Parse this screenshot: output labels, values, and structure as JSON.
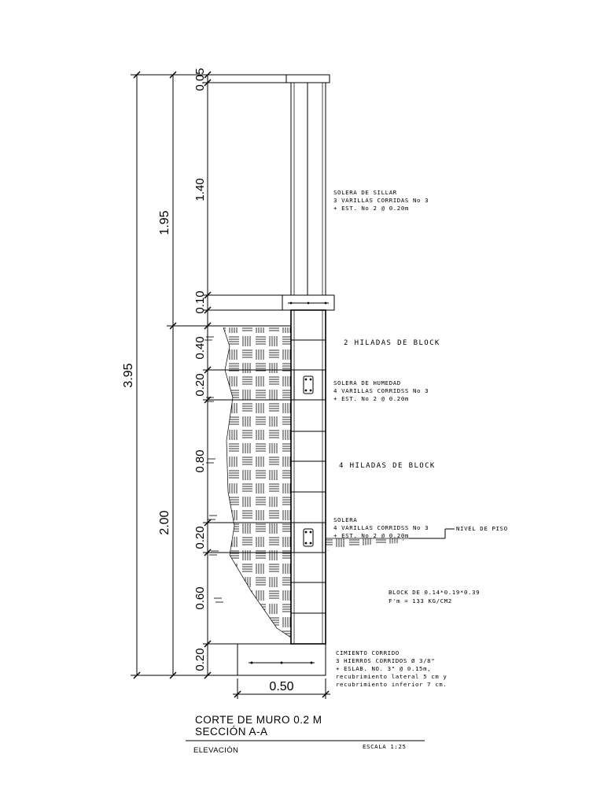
{
  "dimensions": {
    "total": "3.95",
    "upper": "1.95",
    "lower": "2.00",
    "segments": [
      "0.05",
      "1.40",
      "0.10",
      "0.40",
      "0.20",
      "0.80",
      "0.20",
      "0.60",
      "0.20"
    ],
    "footing_width": "0.50"
  },
  "notes": {
    "solera_sillar": [
      "SOLERA DE SILLAR",
      "3 VARILLAS CORRIDAS No 3",
      "+ EST. No 2 @ 0.20m"
    ],
    "hiladas_2": "2 HILADAS DE BLOCK",
    "solera_humedad": [
      "SOLERA DE HUMEDAD",
      "4 VARILLAS CORRIDSS No 3",
      "+ EST. No 2 @ 0.20m"
    ],
    "hiladas_4": "4 HILADAS DE BLOCK",
    "solera": [
      "SOLERA",
      "4 VARILLAS CORRIDSS No 3",
      "+ EST. No 2 @ 0.20m"
    ],
    "nivel_piso": "NIVEL DE PISO",
    "block": [
      "BLOCK  DE 0.14*0.19*0.39",
      "F'm = 133 KG/CM2"
    ],
    "cimiento": [
      "CIMIENTO CORRIDO",
      "3 HIERROS CORRIDOS Ø 3/8\"",
      "+ ESLAB. NO. 3\" @ 0.15m,",
      "recubrimiento lateral 5 cm y",
      "recubrimiento inferior 7 cm."
    ]
  },
  "title": {
    "line1": "CORTE DE MURO 0.2 M",
    "line2": "SECCIÓN A-A",
    "view": "ELEVACIÓN",
    "scale": "ESCALA 1:25"
  }
}
